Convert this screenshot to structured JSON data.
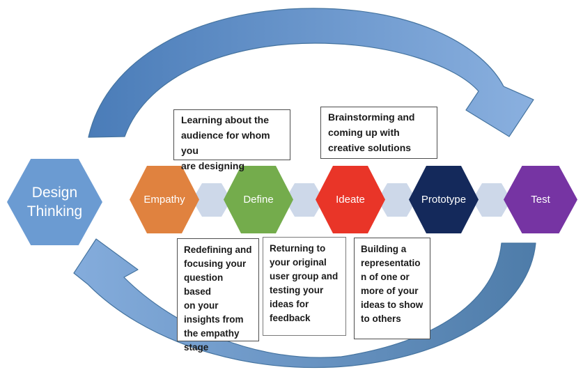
{
  "diagram_title": "Design Thinking",
  "hub": {
    "label_lines": [
      "Design",
      "Thinking"
    ],
    "color": "#6B9BD2"
  },
  "stages": [
    {
      "id": "empathy",
      "label": "Empathy",
      "color": "#E0823F"
    },
    {
      "id": "define",
      "label": "Define",
      "color": "#74AC4C"
    },
    {
      "id": "ideate",
      "label": "Ideate",
      "color": "#E93528"
    },
    {
      "id": "prototype",
      "label": "Prototype",
      "color": "#14295B"
    },
    {
      "id": "test",
      "label": "Test",
      "color": "#7634A3"
    }
  ],
  "connector_color": "#CDD8E9",
  "annotations": {
    "top": [
      {
        "for": "define",
        "text": "Learning about the audience for whom you are designing",
        "lines": [
          "Learning about the",
          "audience for whom you",
          "are designing"
        ]
      },
      {
        "for": "ideate",
        "text": "Brainstorming and coming up with creative solutions",
        "lines": [
          "Brainstorming and",
          "coming up with",
          "creative solutions"
        ]
      }
    ],
    "bottom": [
      {
        "for": "define",
        "text": "Redefining and focusing your question based on your insights from the empathy stage",
        "lines": [
          "Redefining and",
          "focusing your",
          "question based",
          "on your",
          "insights from",
          "the empathy",
          "stage"
        ]
      },
      {
        "for": "ideate",
        "text": "Returning to your original user group and testing your ideas for feedback",
        "lines": [
          "Returning to",
          "your original",
          "user group and",
          "testing your",
          "ideas for",
          "feedback"
        ]
      },
      {
        "for": "prototype",
        "text": "Building a representation of one or more of your ideas to show to others",
        "lines": [
          "Building a",
          "representatio",
          "n of one or",
          "more of your",
          "ideas to show",
          "to others"
        ]
      }
    ]
  },
  "colors": {
    "arrow_top_start": "#4A7CB8",
    "arrow_top_end": "#8AB0DF",
    "arrow_bottom_start": "#84ACDC",
    "arrow_bottom_end": "#4E7CA9",
    "arrow_stroke": "#44739F"
  }
}
